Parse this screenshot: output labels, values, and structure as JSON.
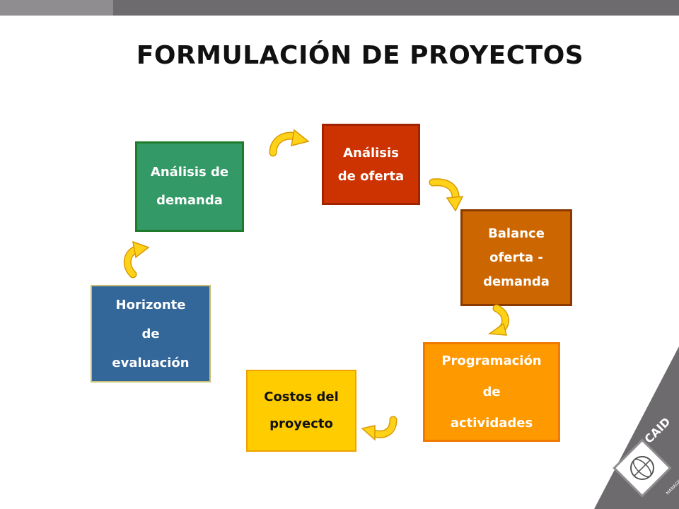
{
  "title": "FORMULACIÓN DE PROYECTOS",
  "boxes": {
    "analisis_demanda": [
      "Análisis de",
      "demanda"
    ],
    "analisis_oferta": [
      "Análisis",
      "de oferta"
    ],
    "balance": [
      "Balance",
      "oferta -",
      "demanda"
    ],
    "programacion": [
      "Programación",
      "de",
      "actividades"
    ],
    "costos": [
      "Costos del",
      "proyecto"
    ],
    "horizonte": [
      "Horizonte",
      "de",
      "evaluación"
    ]
  },
  "colors": {
    "analisis_demanda": "#339966",
    "analisis_oferta": "#cc3300",
    "balance": "#cc6600",
    "programacion": "#ff9900",
    "costos": "#ffcc00",
    "horizonte": "#336699",
    "arrow": "#f5c400"
  },
  "logo": {
    "text": "CAID",
    "subtext": "MANAGEMENT"
  },
  "icons": [
    "curved-arrow-icon",
    "globe-logo-icon"
  ]
}
